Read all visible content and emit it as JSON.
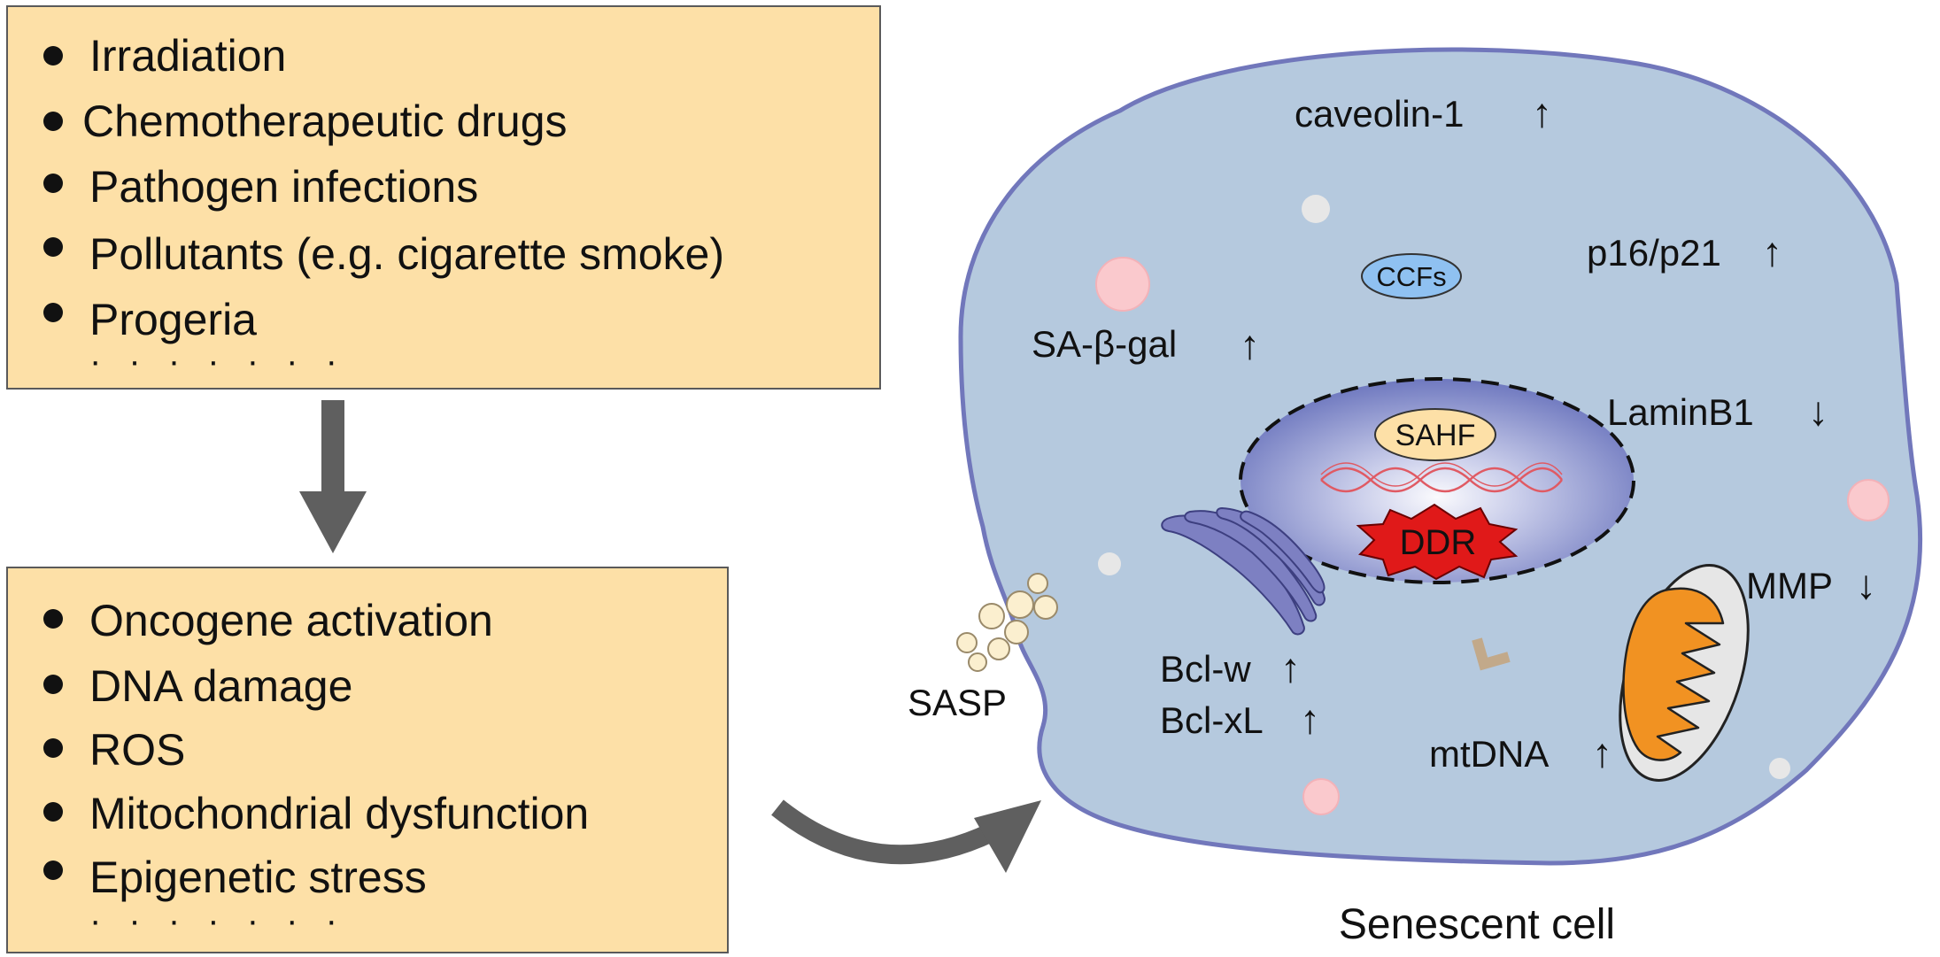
{
  "causes_box": {
    "items": [
      "Irradiation",
      "Chemotherapeutic drugs",
      "Pathogen infections",
      "Pollutants (e.g. cigarette smoke)",
      "Progeria"
    ],
    "ellipsis": "· · · · · · ·"
  },
  "mechanisms_box": {
    "items": [
      "Oncogene activation",
      "DNA damage",
      "ROS",
      "Mitochondrial dysfunction",
      "Epigenetic stress"
    ],
    "ellipsis": "· · · · · · ·"
  },
  "cell": {
    "title": "Senescent cell",
    "markers": {
      "caveolin": "caveolin-1",
      "p16": "p16/p21",
      "ccfs": "CCFs",
      "sa_gal": "SA-β-gal",
      "laminb1": "LaminB1",
      "sahf": "SAHF",
      "ddr": "DDR",
      "mmp": "MMP",
      "bclw": "Bcl-w",
      "bclxl": "Bcl-xL",
      "mtdna": "mtDNA",
      "sasp": "SASP"
    },
    "arrows": {
      "up": "↑",
      "down": "↓"
    }
  },
  "colors": {
    "box_fill": "#fde0a7",
    "cell_fill": "#b5c9de",
    "cell_border": "#7177bb",
    "nucleus_center": "#f4f4fb",
    "nucleus_edge": "#6a74bd",
    "ddr_fill": "#e01919",
    "mito_fill": "#f19222",
    "arrow_gray": "#5f5f5f"
  }
}
